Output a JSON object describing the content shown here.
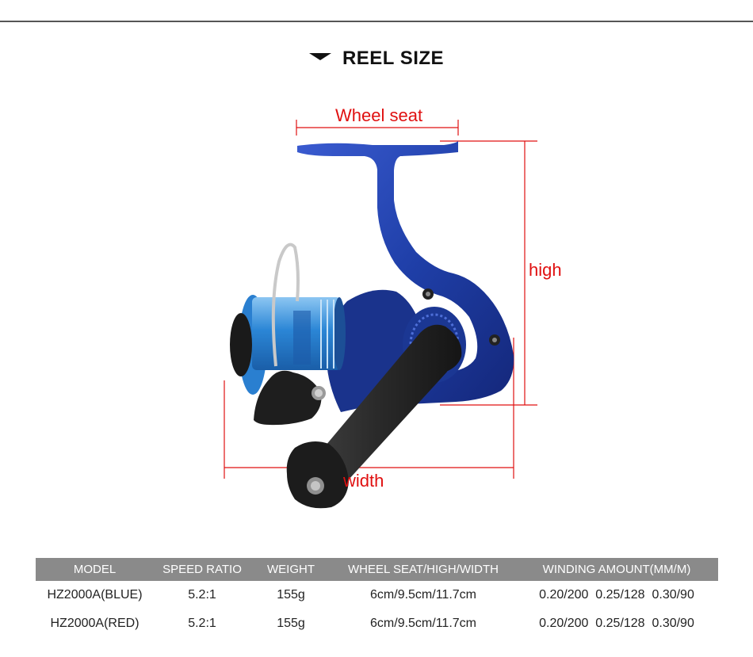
{
  "header": {
    "title": "REEL SIZE"
  },
  "figure": {
    "labels": {
      "wheel_seat": "Wheel seat",
      "high": "high",
      "width": "width"
    },
    "colors": {
      "dimension": "#e01010",
      "reel_body": "#1f3fa8",
      "spool": "#2b86d6",
      "handle": "#2a2a2a"
    }
  },
  "table": {
    "columns": [
      "MODEL",
      "SPEED RATIO",
      "WEIGHT",
      "WHEEL SEAT/HIGH/WIDTH",
      "WINDING AMOUNT(MM/M)"
    ],
    "rows": [
      [
        "HZ2000A(BLUE)",
        "5.2:1",
        "155g",
        "6cm/9.5cm/11.7cm",
        "0.20/200  0.25/128  0.30/90"
      ],
      [
        "HZ2000A(RED)",
        "5.2:1",
        "155g",
        "6cm/9.5cm/11.7cm",
        "0.20/200  0.25/128  0.30/90"
      ]
    ],
    "header_color": "#8a8a8a"
  }
}
